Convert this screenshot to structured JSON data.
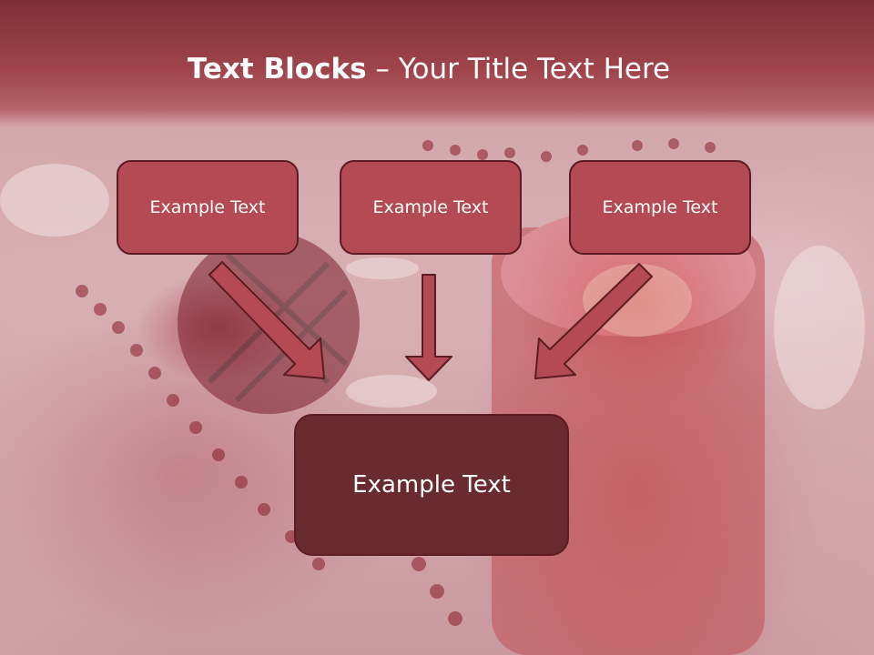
{
  "title": {
    "bold": "Text Blocks",
    "dash": " – ",
    "rest": "Your Title Text Here"
  },
  "boxes": {
    "top": [
      {
        "label": "Example Text"
      },
      {
        "label": "Example Text"
      },
      {
        "label": "Example Text"
      }
    ],
    "bottom": {
      "label": "Example Text"
    }
  },
  "colors": {
    "title_band": "#9a3f46",
    "small_box_fill": "#b44a53",
    "big_box_fill": "#6a2b2f",
    "box_border": "#5c1c22",
    "arrow_fill": "#b44a53",
    "text": "#ffffff"
  }
}
